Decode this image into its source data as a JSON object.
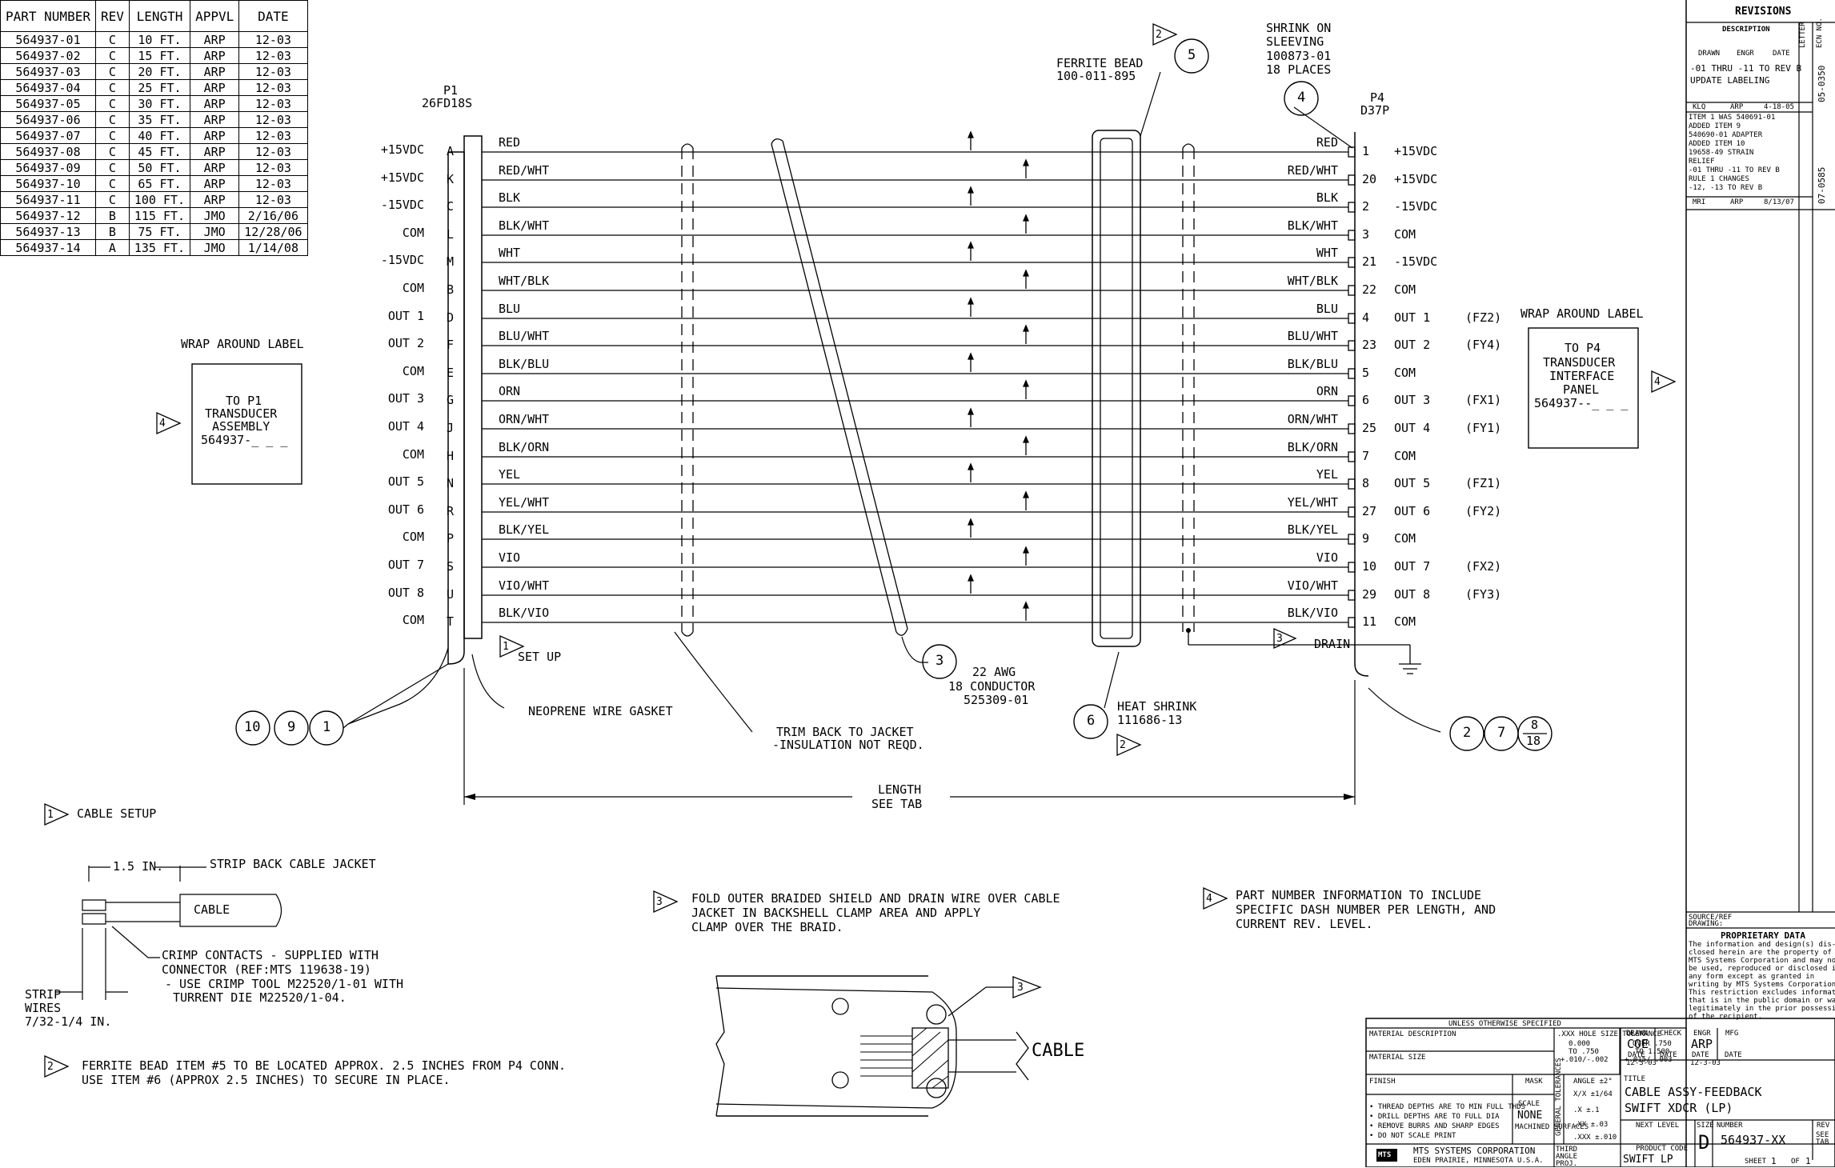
{
  "parts_table": {
    "headers": [
      "PART NUMBER",
      "REV",
      "LENGTH",
      "APPVL",
      "DATE"
    ],
    "rows": [
      [
        "564937-01",
        "C",
        "10 FT.",
        "ARP",
        "12-03"
      ],
      [
        "564937-02",
        "C",
        "15 FT.",
        "ARP",
        "12-03"
      ],
      [
        "564937-03",
        "C",
        "20 FT.",
        "ARP",
        "12-03"
      ],
      [
        "564937-04",
        "C",
        "25 FT.",
        "ARP",
        "12-03"
      ],
      [
        "564937-05",
        "C",
        "30 FT.",
        "ARP",
        "12-03"
      ],
      [
        "564937-06",
        "C",
        "35 FT.",
        "ARP",
        "12-03"
      ],
      [
        "564937-07",
        "C",
        "40 FT.",
        "ARP",
        "12-03"
      ],
      [
        "564937-08",
        "C",
        "45 FT.",
        "ARP",
        "12-03"
      ],
      [
        "564937-09",
        "C",
        "50 FT.",
        "ARP",
        "12-03"
      ],
      [
        "564937-10",
        "C",
        "65 FT.",
        "ARP",
        "12-03"
      ],
      [
        "564937-11",
        "C",
        "100 FT.",
        "ARP",
        "12-03"
      ],
      [
        "564937-12",
        "B",
        "115 FT.",
        "JMO",
        "2/16/06"
      ],
      [
        "564937-13",
        "B",
        "75 FT.",
        "JMO",
        "12/28/06"
      ],
      [
        "564937-14",
        "A",
        "135 FT.",
        "JMO",
        "1/14/08"
      ]
    ]
  },
  "p1": {
    "name": "P1",
    "part": "26FD18S"
  },
  "p4": {
    "name": "P4",
    "part": "D37P"
  },
  "wires": [
    {
      "sig_left": "+15VDC",
      "pin_left": "A",
      "color": "RED",
      "pin_right": "1",
      "sig_right": "+15VDC",
      "note": ""
    },
    {
      "sig_left": "+15VDC",
      "pin_left": "K",
      "color": "RED/WHT",
      "pin_right": "20",
      "sig_right": "+15VDC",
      "note": ""
    },
    {
      "sig_left": "-15VDC",
      "pin_left": "C",
      "color": "BLK",
      "pin_right": "2",
      "sig_right": "-15VDC",
      "note": ""
    },
    {
      "sig_left": "COM",
      "pin_left": "L",
      "color": "BLK/WHT",
      "pin_right": "3",
      "sig_right": "COM",
      "note": ""
    },
    {
      "sig_left": "-15VDC",
      "pin_left": "M",
      "color": "WHT",
      "pin_right": "21",
      "sig_right": "-15VDC",
      "note": ""
    },
    {
      "sig_left": "COM",
      "pin_left": "B",
      "color": "WHT/BLK",
      "pin_right": "22",
      "sig_right": "COM",
      "note": ""
    },
    {
      "sig_left": "OUT 1",
      "pin_left": "D",
      "color": "BLU",
      "pin_right": "4",
      "sig_right": "OUT 1",
      "note": "(FZ2)"
    },
    {
      "sig_left": "OUT 2",
      "pin_left": "F",
      "color": "BLU/WHT",
      "pin_right": "23",
      "sig_right": "OUT 2",
      "note": "(FY4)"
    },
    {
      "sig_left": "COM",
      "pin_left": "E",
      "color": "BLK/BLU",
      "pin_right": "5",
      "sig_right": "COM",
      "note": ""
    },
    {
      "sig_left": "OUT 3",
      "pin_left": "G",
      "color": "ORN",
      "pin_right": "6",
      "sig_right": "OUT 3",
      "note": "(FX1)"
    },
    {
      "sig_left": "OUT 4",
      "pin_left": "J",
      "color": "ORN/WHT",
      "pin_right": "25",
      "sig_right": "OUT 4",
      "note": "(FY1)"
    },
    {
      "sig_left": "COM",
      "pin_left": "H",
      "color": "BLK/ORN",
      "pin_right": "7",
      "sig_right": "COM",
      "note": ""
    },
    {
      "sig_left": "OUT 5",
      "pin_left": "N",
      "color": "YEL",
      "pin_right": "8",
      "sig_right": "OUT 5",
      "note": "(FZ1)"
    },
    {
      "sig_left": "OUT 6",
      "pin_left": "R",
      "color": "YEL/WHT",
      "pin_right": "27",
      "sig_right": "OUT 6",
      "note": "(FY2)"
    },
    {
      "sig_left": "COM",
      "pin_left": "P",
      "color": "BLK/YEL",
      "pin_right": "9",
      "sig_right": "COM",
      "note": ""
    },
    {
      "sig_left": "OUT 7",
      "pin_left": "S",
      "color": "VIO",
      "pin_right": "10",
      "sig_right": "OUT 7",
      "note": "(FX2)"
    },
    {
      "sig_left": "OUT 8",
      "pin_left": "U",
      "color": "VIO/WHT",
      "pin_right": "29",
      "sig_right": "OUT 8",
      "note": "(FY3)"
    },
    {
      "sig_left": "COM",
      "pin_left": "T",
      "color": "BLK/VIO",
      "pin_right": "11",
      "sig_right": "COM",
      "note": ""
    }
  ],
  "labels": {
    "drain": "DRAIN",
    "setup": "SET UP",
    "wrap_left_title": "WRAP AROUND LABEL",
    "wrap_left_lines": [
      "TO P1",
      "TRANSDUCER",
      "ASSEMBLY",
      "564937-_ _ _"
    ],
    "wrap_right_title": "WRAP AROUND LABEL",
    "wrap_right_lines": [
      "TO P4",
      "TRANSDUCER",
      "INTERFACE",
      "PANEL",
      "564937--_ _ _"
    ],
    "ferrite": [
      "FERRITE BEAD",
      "100-011-895"
    ],
    "shrink": [
      "SHRINK ON",
      "SLEEVING",
      "100873-01",
      "18 PLACES"
    ],
    "gasket": "NEOPRENE WIRE GASKET",
    "trim": [
      "TRIM BACK TO JACKET",
      "-INSULATION NOT REQD."
    ],
    "cable_spec": [
      "22 AWG",
      "18 CONDUCTOR",
      "525309-01"
    ],
    "heat_shrink": [
      "HEAT SHRINK",
      "111686-13"
    ],
    "length": [
      "LENGTH",
      "SEE TAB"
    ],
    "balloons": {
      "b1": "1",
      "b2": "2",
      "b3": "3",
      "b4": "4",
      "b5": "5",
      "b6": "6",
      "b7": "7",
      "b8": "8",
      "b9": "9",
      "b10": "10",
      "b18": "18"
    },
    "flags": {
      "f1": "1",
      "f2": "2",
      "f3": "3",
      "f4": "4"
    }
  },
  "notes": {
    "n1": "CABLE SETUP",
    "strip_dim": "1.5 IN.",
    "strip_back": "STRIP BACK CABLE JACKET",
    "cable": "CABLE",
    "crimp": [
      "CRIMP CONTACTS - SUPPLIED WITH",
      "CONNECTOR (REF:MTS 119638-19)",
      "- USE CRIMP TOOL M22520/1-01 WITH",
      "TURRENT DIE M22520/1-04."
    ],
    "strip_wires": [
      "STRIP",
      "WIRES",
      "7/32-1/4 IN."
    ],
    "n2": [
      "FERRITE BEAD ITEM #5 TO BE LOCATED APPROX. 2.5 INCHES FROM P4 CONN.",
      "USE ITEM #6 (APPROX 2.5 INCHES) TO SECURE IN PLACE."
    ],
    "n3": [
      "FOLD OUTER BRAIDED SHIELD AND DRAIN WIRE OVER CABLE",
      "JACKET IN BACKSHELL CLAMP AREA AND APPLY",
      "CLAMP OVER THE BRAID."
    ],
    "n4": [
      "PART NUMBER INFORMATION TO INCLUDE",
      "SPECIFIC DASH NUMBER PER LENGTH, AND",
      "CURRENT REV. LEVEL."
    ],
    "clamp_cable": "CABLE"
  },
  "revisions": {
    "title": "REVISIONS",
    "desc": "DESCRIPTION",
    "letter": "LETTER",
    "ecn": "ECN NO.",
    "drawn": "DRAWN",
    "engr": "ENGR",
    "date": "DATE",
    "r1_desc": [
      "-01 THRU -11 TO REV B",
      "UPDATE LABELING"
    ],
    "r1_ecn": "05-0350",
    "r1_sign": [
      "KLQ",
      "ARP",
      "4-18-05"
    ],
    "r2_desc": [
      "ITEM 1 WAS 540691-01",
      "ADDED ITEM 9",
      "540690-01 ADAPTER",
      "ADDED ITEM 10",
      "19658-49 STRAIN",
      "RELIEF",
      "-01 THRU -11 TO REV B",
      "RULE 1 CHANGES",
      "-12, -13 TO REV B"
    ],
    "r2_ecn": "07-0585",
    "r2_sign": [
      "MRI",
      "ARP",
      "8/13/07"
    ]
  },
  "title_block": {
    "source": [
      "SOURCE/REF",
      "DRAWING:"
    ],
    "prop_title": "PROPRIETARY DATA",
    "prop_text": [
      "The information and design(s) dis-",
      "closed herein are the property of",
      "MTS Systems Corporation and may not",
      "be used, reproduced or disclosed in",
      "any form except as granted in",
      "writing by MTS Systems Corporation.",
      "This restriction excludes information",
      "that is in the public domain or was",
      "legitimately in the prior possession",
      "of the recipient."
    ],
    "unless": "UNLESS OTHERWISE SPECIFIED",
    "material_desc": "MATERIAL DESCRIPTION",
    "material_size": "MATERIAL SIZE",
    "finish": "FINISH",
    "mask": "MASK",
    "tol_head": ".XXX HOLE SIZE TOLERANCE",
    "tol1": [
      "0.000",
      "TO .750",
      "+.010/-.002"
    ],
    "tol2": [
      "OVER .750",
      "TO 1.500",
      "+.015/-.003"
    ],
    "angle": "ANGLE ±2°",
    "frac": "X/X ±1/64",
    "x": ".X ±.1",
    "xx": ".XX ±.03",
    "xxx": ".XXX ±.010",
    "general": "GENERAL TOLERANCES",
    "scale": "SCALE",
    "scale_val": "NONE",
    "machined": "MACHINED SURFACES",
    "bullets": [
      "• THREAD DEPTHS ARE TO MIN FULL THDS",
      "• DRILL DEPTHS ARE TO FULL DIA",
      "• REMOVE BURRS AND SHARP EDGES",
      "• DO NOT SCALE PRINT"
    ],
    "company": "MTS SYSTEMS CORPORATION",
    "city": "EDEN PRAIRIE, MINNESOTA U.S.A.",
    "logo": "MTS",
    "third_angle": "THIRD ANGLE PROJ.",
    "drawn": "DRAWN",
    "drawn_val": "COE",
    "check": "CHECK",
    "engr": "ENGR",
    "engr_val": "ARP",
    "mfg": "MFG",
    "date": "DATE",
    "date_drawn": "12-3-03",
    "date_engr": "12-3-03",
    "title_label": "TITLE",
    "title1": "CABLE ASSY-FEEDBACK",
    "title2": "SWIFT XDCR (LP)",
    "next_level": "NEXT LEVEL",
    "product_code": "PRODUCT CODE",
    "product_code_val": "SWIFT LP",
    "size": "SIZE",
    "size_val": "D",
    "number": "NUMBER",
    "number_val": "564937-XX",
    "rev": "REV",
    "rev_val": "SEE TAB",
    "sheet": "SHEET",
    "sheet_val": "1",
    "of": "OF",
    "of_val": "1"
  }
}
